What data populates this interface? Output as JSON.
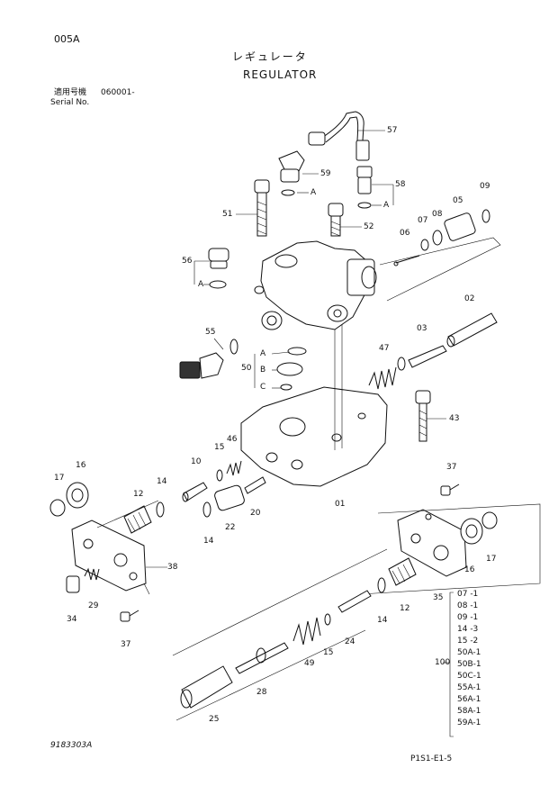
{
  "header": {
    "page_code": "005A",
    "title_jp": "レギュレータ",
    "title_en": "REGULATOR",
    "serial_label_jp": "適用号機",
    "serial_value": "060001-",
    "serial_label_en": "Serial No."
  },
  "callouts": {
    "c57": "57",
    "c59": "59",
    "c58": "58",
    "c51": "51",
    "c52": "52",
    "c05": "05",
    "c09": "09",
    "c07": "07",
    "c08": "08",
    "c06": "06",
    "c56": "56",
    "c02": "02",
    "c55": "55",
    "c50": "50",
    "c03": "03",
    "c47": "47",
    "c43": "43",
    "c01": "01",
    "c16l": "16",
    "c17l": "17",
    "c12l": "12",
    "c14a": "14",
    "c10": "10",
    "c15a": "15",
    "c46": "46",
    "c22": "22",
    "c20": "20",
    "c14b": "14",
    "c38": "38",
    "c29": "29",
    "c34": "34",
    "c37a": "37",
    "c37b": "37",
    "c16r": "16",
    "c17r": "17",
    "c35": "35",
    "c12r": "12",
    "c14c": "14",
    "c24": "24",
    "c15b": "15",
    "c49": "49",
    "c28": "28",
    "c25": "25",
    "c100": "100"
  },
  "seal_labels": {
    "a1": "A",
    "a2": "A",
    "a3": "A",
    "a4": "A",
    "b": "B",
    "c": "C"
  },
  "kit_items": [
    "07 -1",
    "08 -1",
    "09 -1",
    "14 -3",
    "15 -2",
    "50A-1",
    "50B-1",
    "50C-1",
    "55A-1",
    "56A-1",
    "58A-1",
    "59A-1"
  ],
  "footer": {
    "drawing_no": "9183303A",
    "page_ref": "P1S1-E1-5"
  }
}
